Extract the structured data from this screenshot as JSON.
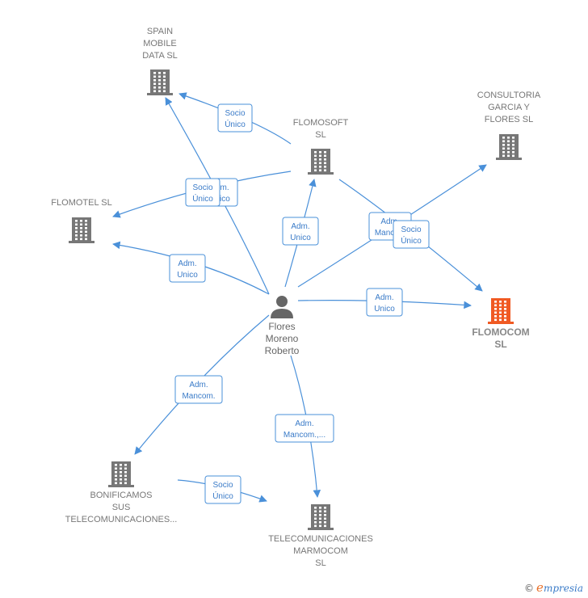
{
  "companies": [
    {
      "id": "spain",
      "lines": [
        "SPAIN",
        "MOBILE",
        "DATA  SL"
      ],
      "color": "#777777",
      "focus": false
    },
    {
      "id": "flomosoft",
      "lines": [
        "FLOMOSOFT",
        "SL"
      ],
      "color": "#777777",
      "focus": false
    },
    {
      "id": "consultoria",
      "lines": [
        "CONSULTORIA",
        "GARCIA Y",
        "FLORES  SL"
      ],
      "color": "#777777",
      "focus": false
    },
    {
      "id": "flomotel",
      "lines": [
        "FLOMOTEL  SL"
      ],
      "color": "#777777",
      "focus": false
    },
    {
      "id": "flomocom",
      "lines": [
        "FLOMOCOM",
        "SL"
      ],
      "color": "#f05a23",
      "focus": true
    },
    {
      "id": "bonificamos",
      "lines": [
        "BONIFICAMOS",
        "SUS",
        "TELECOMUNICACIONES..."
      ],
      "color": "#777777",
      "focus": false
    },
    {
      "id": "telecom",
      "lines": [
        "TELECOMUNICACIONES",
        "MARMOCOM",
        "SL"
      ],
      "color": "#777777",
      "focus": false
    }
  ],
  "person": {
    "lines": [
      "Flores",
      "Moreno",
      "Roberto"
    ]
  },
  "edges": [
    {
      "from": "flomosoft",
      "to": "spain",
      "lines": [
        "Socio",
        "Único"
      ]
    },
    {
      "from": "person",
      "to": "spain",
      "lines": [
        "Adm.",
        "Unico"
      ]
    },
    {
      "from": "flomosoft",
      "to": "flomotel",
      "lines": [
        "Socio",
        "Único"
      ]
    },
    {
      "from": "person",
      "to": "flomotel",
      "lines": [
        "Adm.",
        "Unico"
      ]
    },
    {
      "from": "person",
      "to": "flomosoft",
      "lines": [
        "Adm.",
        "Unico"
      ]
    },
    {
      "from": "person",
      "to": "consultoria",
      "lines": [
        "Adm.",
        "Manco..."
      ]
    },
    {
      "from": "flomosoft",
      "to": "flomocom",
      "lines": [
        "Socio",
        "Único"
      ]
    },
    {
      "from": "person",
      "to": "flomocom",
      "lines": [
        "Adm.",
        "Unico"
      ]
    },
    {
      "from": "person",
      "to": "bonificamos",
      "lines": [
        "Adm.",
        "Mancom."
      ]
    },
    {
      "from": "person",
      "to": "telecom",
      "lines": [
        "Adm.",
        "Mancom.,..."
      ]
    },
    {
      "from": "bonificamos",
      "to": "telecom",
      "lines": [
        "Socio",
        "Único"
      ]
    }
  ],
  "brand": {
    "copyright": "©",
    "initial": "e",
    "rest": "mpresia"
  },
  "colors": {
    "edge": "#4a90d9",
    "building": "#777777",
    "focus": "#f05a23"
  }
}
